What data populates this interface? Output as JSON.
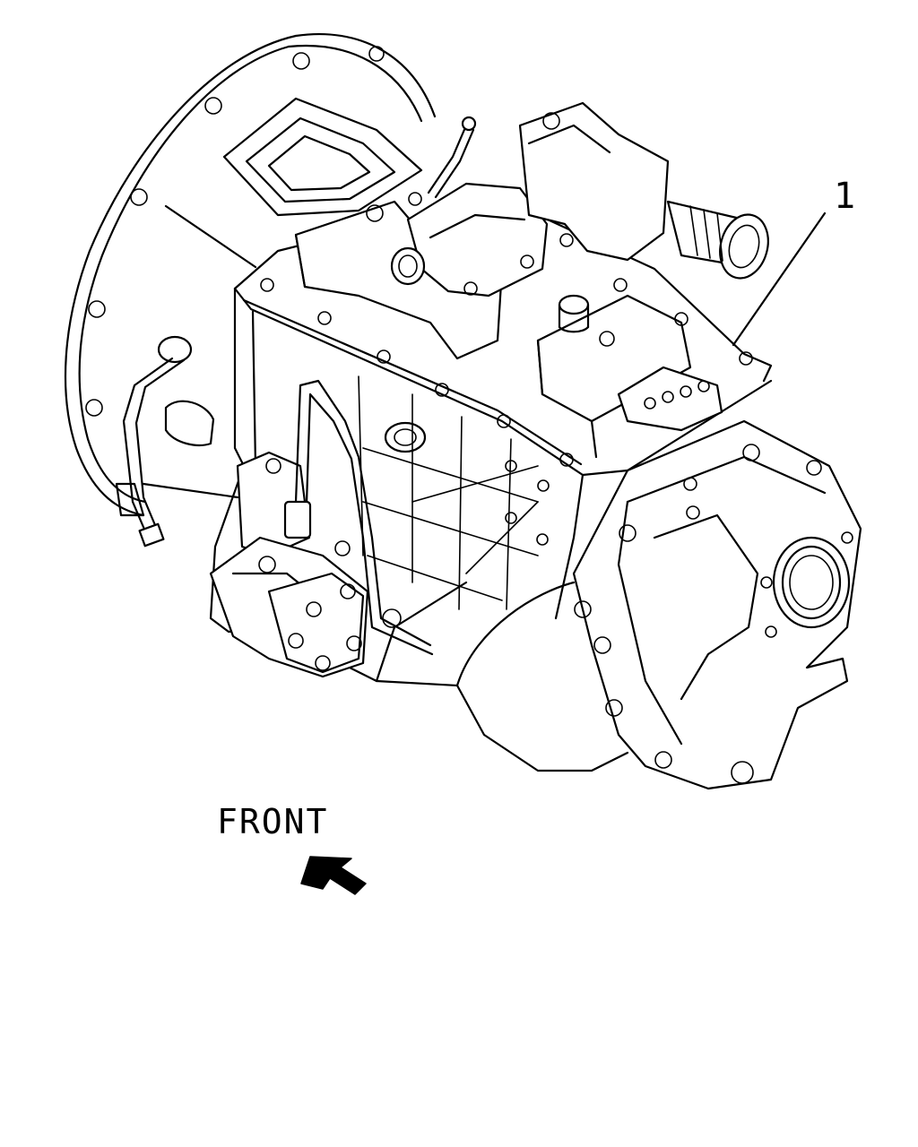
{
  "callouts": [
    {
      "id": "1",
      "text": "1"
    }
  ],
  "direction": {
    "label": "FRONT",
    "icon": "arrow-left-up-icon"
  },
  "colors": {
    "line": "#000000",
    "background": "#ffffff"
  }
}
